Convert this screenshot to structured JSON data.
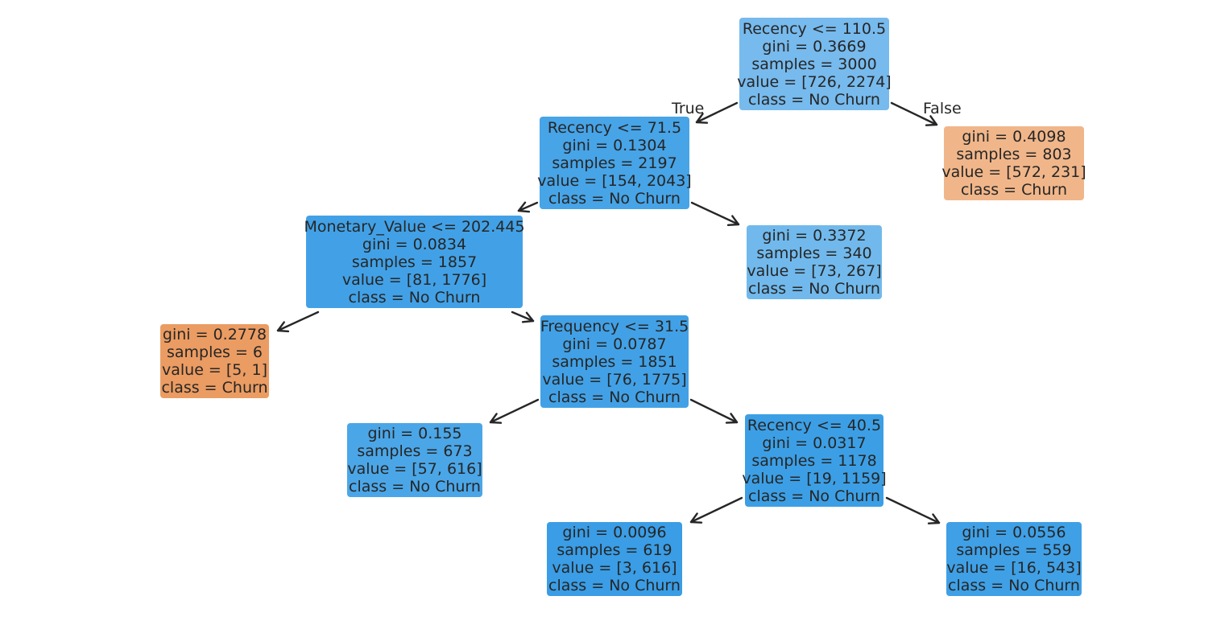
{
  "tree": {
    "colors": {
      "no_churn_strong": "#3d9de6",
      "no_churn_medium": "#3f9fe6",
      "no_churn_light": "#77baed",
      "churn_light": "#f0b68a",
      "churn_strong": "#eb9c62",
      "text": "#262626",
      "arrow": "#262626"
    },
    "edge_labels": {
      "true_label": "True",
      "false_label": "False"
    },
    "nodes": [
      {
        "id": "root",
        "split": "Recency <= 110.5",
        "gini": "gini = 0.3669",
        "samples": "samples = 3000",
        "value": "value = [726, 2274]",
        "class": "class = No Churn",
        "color": "#77baed"
      },
      {
        "id": "n1",
        "split": "Recency <= 71.5",
        "gini": "gini = 0.1304",
        "samples": "samples = 2197",
        "value": "value = [154, 2043]",
        "class": "class = No Churn",
        "color": "#47a4e7"
      },
      {
        "id": "n2",
        "split": "",
        "gini": "gini = 0.4098",
        "samples": "samples = 803",
        "value": "value = [572, 231]",
        "class": "class = Churn",
        "color": "#f0b68a"
      },
      {
        "id": "n3",
        "split": "Monetary_Value <= 202.445",
        "gini": "gini = 0.0834",
        "samples": "samples = 1857",
        "value": "value = [81, 1776]",
        "class": "class = No Churn",
        "color": "#42a1e6"
      },
      {
        "id": "n4",
        "split": "",
        "gini": "gini = 0.3372",
        "samples": "samples = 340",
        "value": "value = [73, 267]",
        "class": "class = No Churn",
        "color": "#71b9ec"
      },
      {
        "id": "n5",
        "split": "",
        "gini": "gini = 0.2778",
        "samples": "samples = 6",
        "value": "value = [5, 1]",
        "class": "class = Churn",
        "color": "#eb9c62"
      },
      {
        "id": "n6",
        "split": "Frequency <= 31.5",
        "gini": "gini = 0.0787",
        "samples": "samples = 1851",
        "value": "value = [76, 1775]",
        "class": "class = No Churn",
        "color": "#42a1e6"
      },
      {
        "id": "n7",
        "split": "",
        "gini": "gini = 0.155",
        "samples": "samples = 673",
        "value": "value = [57, 616]",
        "class": "class = No Churn",
        "color": "#4ba6e7"
      },
      {
        "id": "n8",
        "split": "Recency <= 40.5",
        "gini": "gini = 0.0317",
        "samples": "samples = 1178",
        "value": "value = [19, 1159]",
        "class": "class = No Churn",
        "color": "#3c9fe5"
      },
      {
        "id": "n9",
        "split": "",
        "gini": "gini = 0.0096",
        "samples": "samples = 619",
        "value": "value = [3, 616]",
        "class": "class = No Churn",
        "color": "#3a9de5"
      },
      {
        "id": "n10",
        "split": "",
        "gini": "gini = 0.0556",
        "samples": "samples = 559",
        "value": "value = [16, 543]",
        "class": "class = No Churn",
        "color": "#3fa0e6"
      }
    ],
    "edges": [
      {
        "from": "root",
        "to": "n1",
        "label": "true_label"
      },
      {
        "from": "root",
        "to": "n2",
        "label": "false_label"
      },
      {
        "from": "n1",
        "to": "n3",
        "label": ""
      },
      {
        "from": "n1",
        "to": "n4",
        "label": ""
      },
      {
        "from": "n3",
        "to": "n5",
        "label": ""
      },
      {
        "from": "n3",
        "to": "n6",
        "label": ""
      },
      {
        "from": "n6",
        "to": "n7",
        "label": ""
      },
      {
        "from": "n6",
        "to": "n8",
        "label": ""
      },
      {
        "from": "n8",
        "to": "n9",
        "label": ""
      },
      {
        "from": "n8",
        "to": "n10",
        "label": ""
      }
    ]
  }
}
